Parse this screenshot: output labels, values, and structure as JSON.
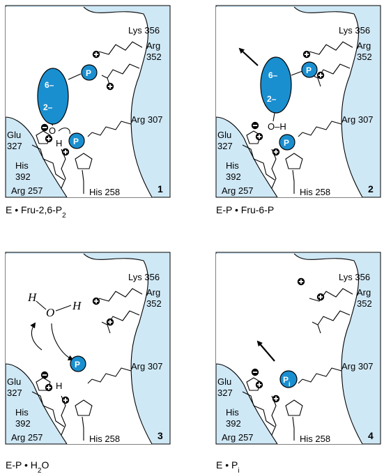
{
  "panels": [
    {
      "number": "1",
      "caption": {
        "main": "E • Fru-2,6-P",
        "sub": "2",
        "after": ""
      },
      "residues": {
        "lys": "Lys 356",
        "arg352a": "Arg",
        "arg352b": "352",
        "arg307": "Arg 307",
        "glu_a": "Glu",
        "glu_b": "327",
        "his392a": "His",
        "his392b": "392",
        "arg257": "Arg 257",
        "his258": "His 258"
      },
      "ellipse_top": "6–",
      "ellipse_bottom": "2–",
      "phosphate_top": "P",
      "phosphate_bottom": "P",
      "atoms": {
        "o": "O",
        "h": "H"
      }
    },
    {
      "number": "2",
      "caption": {
        "main": "E-P • Fru-6-P",
        "sub": "",
        "after": ""
      },
      "residues": {
        "lys": "Lys 356",
        "arg352a": "Arg",
        "arg352b": "352",
        "arg307": "Arg 307",
        "glu_a": "Glu",
        "glu_b": "327",
        "his392a": "His",
        "his392b": "392",
        "arg257": "Arg 257",
        "his258": "His 258"
      },
      "ellipse_top": "6–",
      "ellipse_bottom": "2–",
      "phosphate_top": "P",
      "phosphate_bottom": "P",
      "atoms": {
        "oh": "O–H"
      }
    },
    {
      "number": "3",
      "caption": {
        "main": "E-P • H",
        "sub": "2",
        "after": "O"
      },
      "residues": {
        "lys": "Lys 356",
        "arg352a": "Arg",
        "arg352b": "352",
        "arg307": "Arg 307",
        "glu_a": "Glu",
        "glu_b": "327",
        "his392a": "His",
        "his392b": "392",
        "arg257": "Arg 257",
        "his258": "His 258"
      },
      "phosphate": "P",
      "water": {
        "h1": "H",
        "o": "O",
        "h2": "H"
      },
      "atoms": {
        "h": "H"
      }
    },
    {
      "number": "4",
      "caption": {
        "main": "E • P",
        "sub": "i",
        "after": ""
      },
      "residues": {
        "lys": "Lys 356",
        "arg352a": "Arg",
        "arg352b": "352",
        "arg307": "Arg 307",
        "glu_a": "Glu",
        "glu_b": "327",
        "his392a": "His",
        "his392b": "392",
        "arg257": "Arg 257",
        "his258": "His 258"
      },
      "phosphate_i": {
        "main": "P",
        "sub": "i"
      }
    }
  ],
  "colors": {
    "pocket": "#cfe8f6",
    "phosphate": "#1a8fd0",
    "ellipse": "#1a8fd0"
  },
  "icons": {
    "plus": "plus-circle-icon",
    "minus": "minus-circle-icon",
    "arrow": "arrow-icon"
  }
}
